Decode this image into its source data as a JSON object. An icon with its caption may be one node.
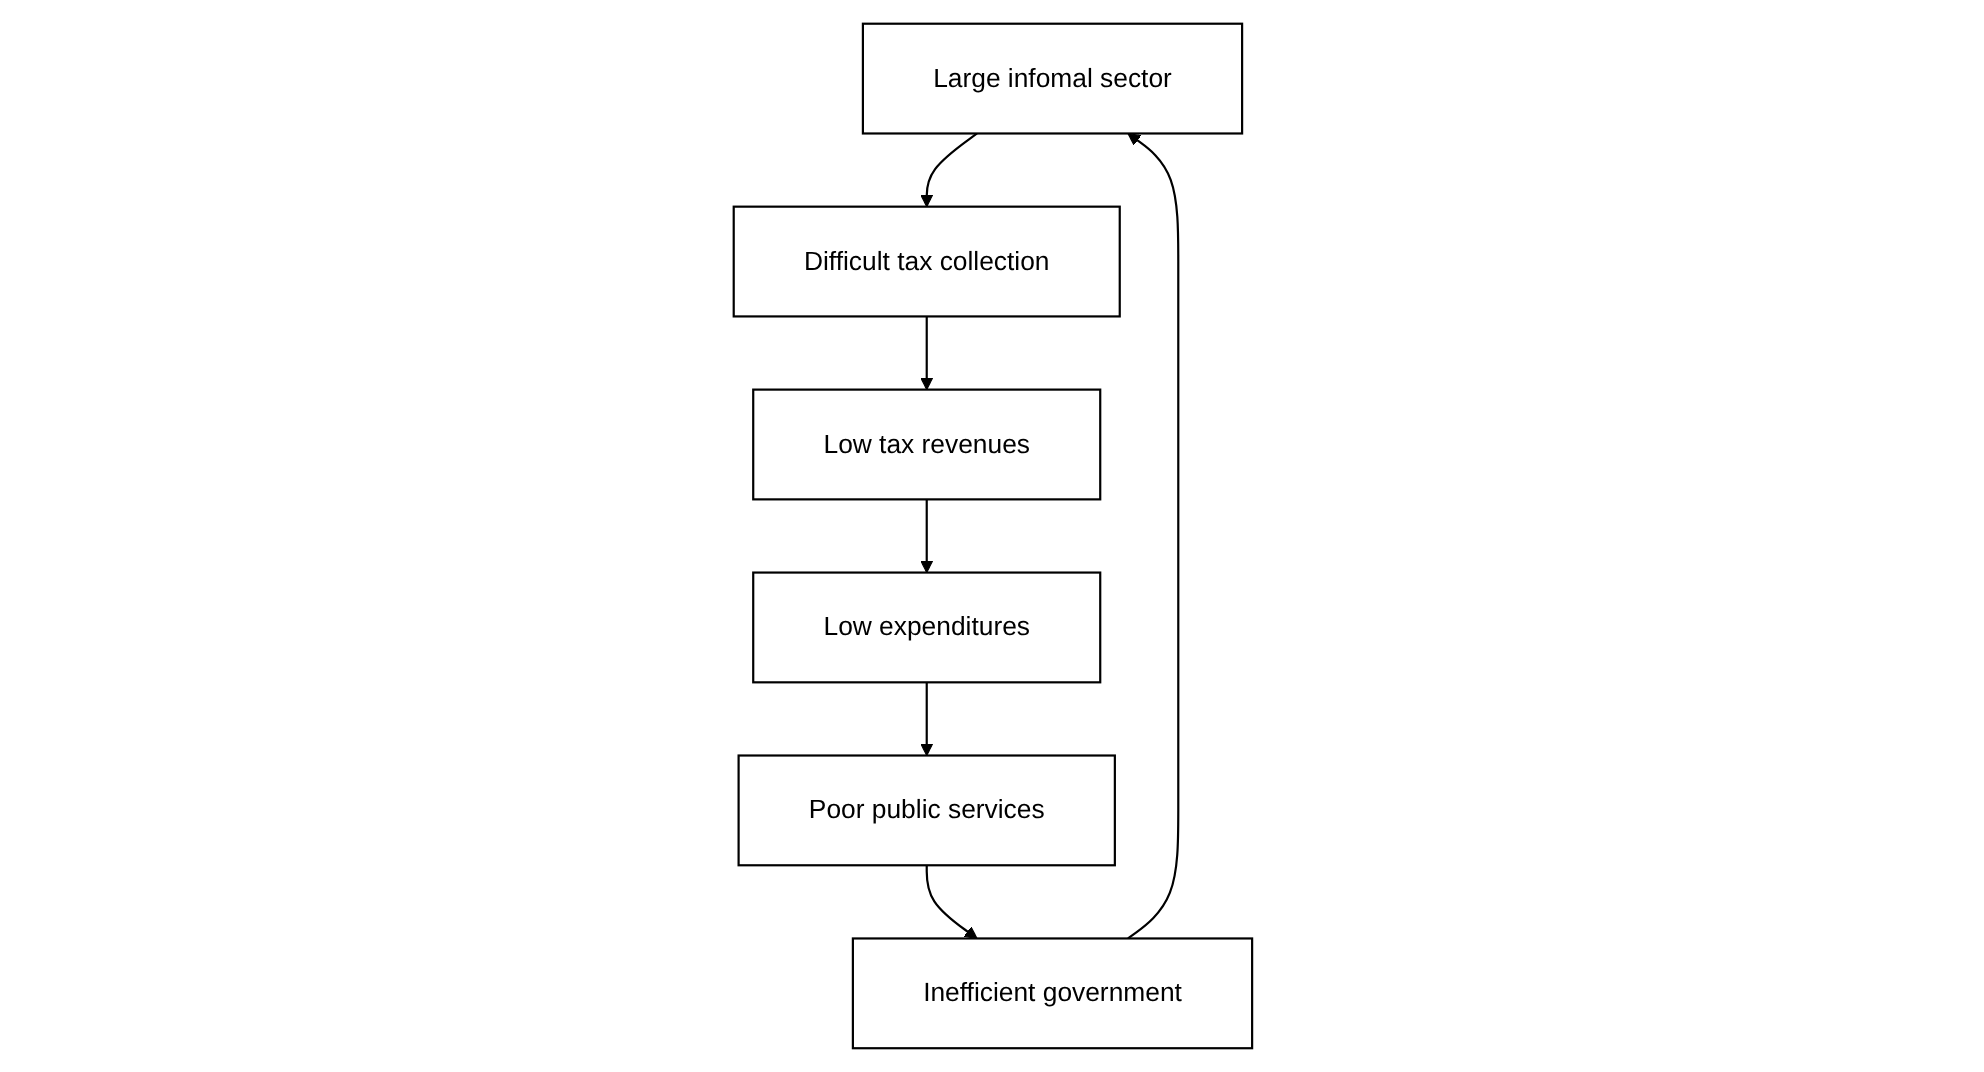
{
  "diagram": {
    "nodes": [
      {
        "text": [
          "Large infomal sector"
        ]
      },
      {
        "text": [
          "Difficult tax collection"
        ]
      },
      {
        "text": [
          "Low tax revenues"
        ]
      },
      {
        "text": [
          "Low expenditures"
        ]
      },
      {
        "text": [
          "Poor public services"
        ]
      },
      {
        "text": [
          "Inefficient government"
        ]
      }
    ],
    "edges": [
      {
        "from": 0,
        "to": 1,
        "arrow": "to"
      },
      {
        "from": 1,
        "to": 2,
        "arrow": "to"
      },
      {
        "from": 2,
        "to": 3,
        "arrow": "to"
      },
      {
        "from": 3,
        "to": 4,
        "arrow": "to"
      },
      {
        "from": 4,
        "to": 5,
        "arrow": "to"
      },
      {
        "from": 5,
        "to": 0,
        "arrow": "to"
      }
    ]
  }
}
